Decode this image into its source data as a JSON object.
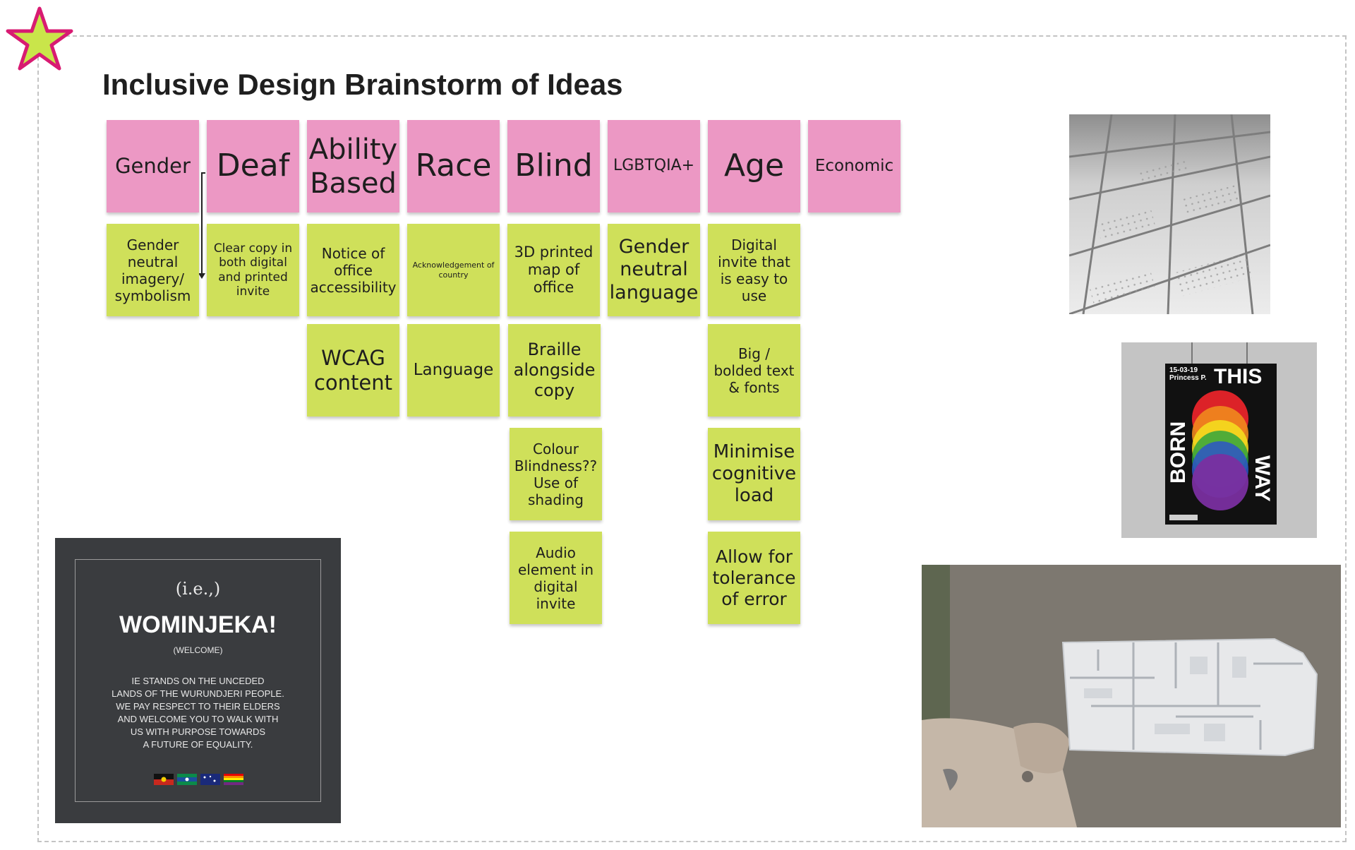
{
  "title": "Inclusive Design Brainstorm of Ideas",
  "colors": {
    "pink_note": "#ec98c4",
    "green_note": "#cfe05a",
    "star_fill": "#c9e54a",
    "star_stroke": "#d81b72"
  },
  "icons": {
    "star": "star-icon"
  },
  "categories": [
    {
      "label": "Gender"
    },
    {
      "label": "Deaf"
    },
    {
      "label": "Ability Based"
    },
    {
      "label": "Race"
    },
    {
      "label": "Blind"
    },
    {
      "label": "LGBTQIA+"
    },
    {
      "label": "Age"
    },
    {
      "label": "Economic"
    }
  ],
  "ideas": {
    "gender": [
      "Gender neutral imagery/ symbolism"
    ],
    "deaf": [
      "Clear copy in both digital and printed invite"
    ],
    "ability": [
      "Notice of office accessibility",
      "WCAG content"
    ],
    "race": [
      "Acknowledgement of country",
      "Language"
    ],
    "blind": [
      "3D printed map of office",
      "Braille alongside copy",
      "Colour Blindness?? Use of shading",
      "Audio element in digital invite"
    ],
    "lgbtqia": [
      "Gender neutral language"
    ],
    "age": [
      "Digital invite that is easy to use",
      "Big / bolded text & fonts",
      "Minimise cognitive load",
      "Allow for tolerance of error"
    ]
  },
  "images": {
    "welcome_sign": {
      "subtitle": "(i.e.,)",
      "heading": "WOMINJEKA!",
      "translation": "(WELCOME)",
      "body": [
        "IE STANDS ON THE UNCEDED",
        "LANDS OF THE WURUNDJERI PEOPLE.",
        "WE PAY RESPECT TO THEIR ELDERS",
        "AND WELCOME YOU TO WALK WITH",
        "US WITH PURPOSE TOWARDS",
        "A FUTURE OF EQUALITY."
      ]
    },
    "poster": {
      "date": "15-03-19",
      "venue": "Princess P.",
      "word_this": "THIS",
      "word_born": "BORN",
      "word_way": "WAY"
    }
  }
}
